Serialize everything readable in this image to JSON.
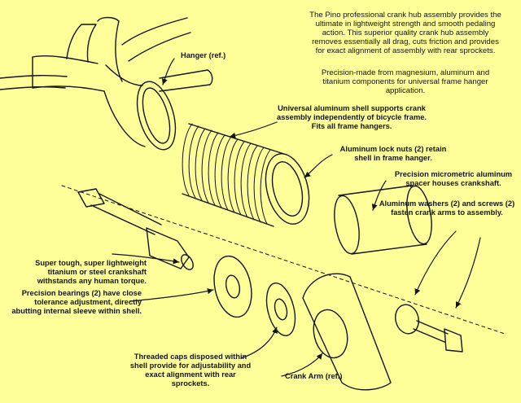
{
  "intro": {
    "p1": "The Pino professional crank hub assembly provides the ultimate in lightweight strength and smooth pedaling action. This superior quality crank hub assembly removes essentially all drag, cuts friction and provides for exact alignment of assembly with rear sprockets.",
    "p2": "Precision-made from magnesium, aluminum and titanium components for universal frame hanger application."
  },
  "labels": {
    "hanger": "Hanger (ref.)",
    "shell": "Universal aluminum shell supports crank assembly independently of bicycle frame. Fits all frame hangers.",
    "locknuts": "Aluminum lock nuts (2) retain shell in frame hanger.",
    "spacer": "Precision micrometric aluminum spacer houses crankshaft.",
    "washers": "Aluminum washers (2) and screws (2) fasten crank arms to assembly.",
    "crankshaft": "Super tough, super lightweight titanium or steel crankshaft withstands any human torque.",
    "bearings": "Precision bearings (2) have close tolerance adjustment, directly abutting internal sleeve within shell.",
    "caps": "Threaded caps disposed within shell provide for adjustability and exact alignment with rear sprockets.",
    "crankarm": "Crank Arm (ref.)"
  },
  "colors": {
    "background": "#ffff99",
    "ink": "#141414"
  }
}
